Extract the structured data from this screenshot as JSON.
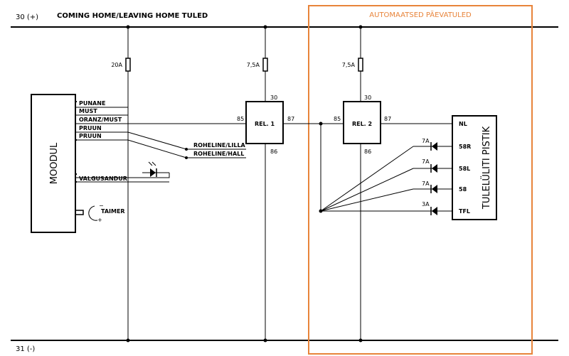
{
  "rails": {
    "positive": "30 (+)",
    "negative": "31 (-)"
  },
  "title": "COMING HOME/LEAVING HOME TULED",
  "auto_section": {
    "label": "AUTOMAATSED PÄEVATULED",
    "color": "#e8843a"
  },
  "module": {
    "label": "MOODUL",
    "wires": [
      "PUNANE",
      "MUST",
      "ORANZ/MUST",
      "PRUUN",
      "PRUUN",
      "VALGUSANDUR"
    ],
    "timer": "TAIMER"
  },
  "fuses": {
    "main": "20A",
    "relay1": "7,5A",
    "relay2": "7,5A"
  },
  "relay1": {
    "label": "REL. 1",
    "pin_top": "30",
    "pin_left": "85",
    "pin_right": "87",
    "pin_bottom": "86"
  },
  "relay2": {
    "label": "REL. 2",
    "pin_top": "30",
    "pin_left": "85",
    "pin_right": "87",
    "pin_bottom": "86"
  },
  "switch_wires": [
    "ROHELINE/LILLA",
    "ROHELINE/HALL"
  ],
  "connector": {
    "label": "TULELÜLITI PISTIK",
    "pins": [
      "NL",
      "58R",
      "58L",
      "58",
      "TFL"
    ],
    "diode_ratings": [
      "7A",
      "7A",
      "7A",
      "3A"
    ]
  }
}
